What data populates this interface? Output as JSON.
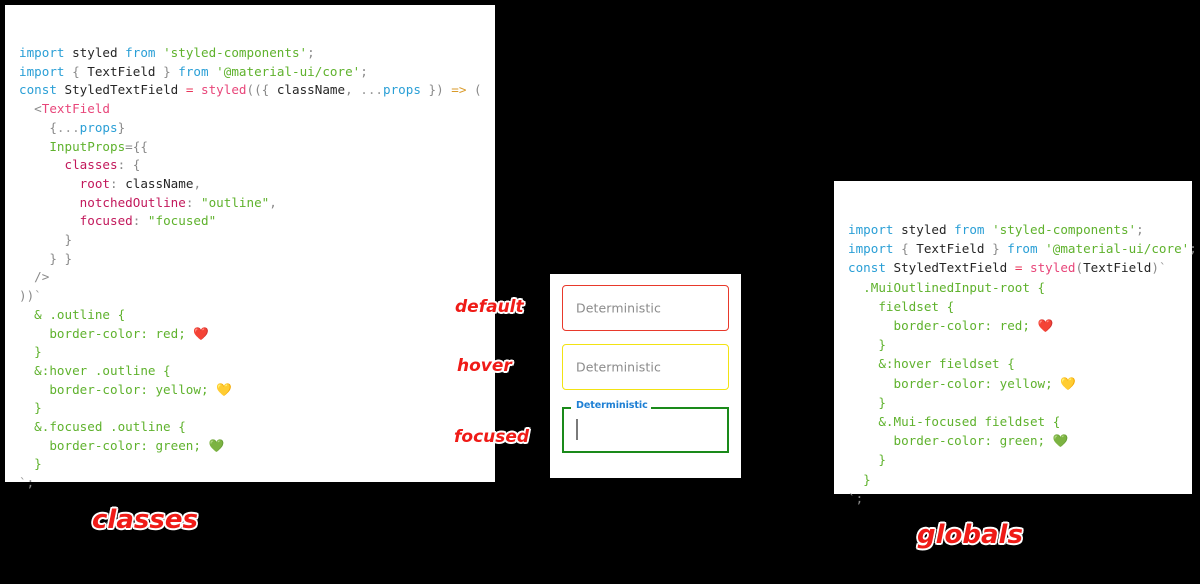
{
  "left_panel": {
    "caption": "classes",
    "lines": [
      [
        {
          "t": "import ",
          "c": "t-kw"
        },
        {
          "t": "styled ",
          "c": "t-id"
        },
        {
          "t": "from ",
          "c": "t-from"
        },
        {
          "t": "'styled-components'",
          "c": "t-str"
        },
        {
          "t": ";",
          "c": "t-punct"
        }
      ],
      [
        {
          "t": "import ",
          "c": "t-kw"
        },
        {
          "t": "{ ",
          "c": "t-punct"
        },
        {
          "t": "TextField",
          "c": "t-id"
        },
        {
          "t": " } ",
          "c": "t-punct"
        },
        {
          "t": "from ",
          "c": "t-from"
        },
        {
          "t": "'@material-ui/core'",
          "c": "t-str"
        },
        {
          "t": ";",
          "c": "t-punct"
        }
      ],
      [
        {
          "t": "",
          "c": "t-id"
        }
      ],
      [
        {
          "t": "const ",
          "c": "t-kw"
        },
        {
          "t": "StyledTextField ",
          "c": "t-id"
        },
        {
          "t": "= ",
          "c": "t-op"
        },
        {
          "t": "styled",
          "c": "t-fn"
        },
        {
          "t": "((",
          "c": "t-punct"
        },
        {
          "t": "{ ",
          "c": "t-punct"
        },
        {
          "t": "className",
          "c": "t-dark"
        },
        {
          "t": ", ",
          "c": "t-punct"
        },
        {
          "t": "...",
          "c": "t-grayp"
        },
        {
          "t": "props",
          "c": "t-blue2"
        },
        {
          "t": " }",
          "c": "t-punct"
        },
        {
          "t": ") ",
          "c": "t-punct"
        },
        {
          "t": "=> ",
          "c": "t-arrow"
        },
        {
          "t": "(",
          "c": "t-punct"
        }
      ],
      [
        {
          "t": "  <",
          "c": "t-punct"
        },
        {
          "t": "TextField",
          "c": "t-comp"
        }
      ],
      [
        {
          "t": "    {",
          "c": "t-punct"
        },
        {
          "t": "...",
          "c": "t-grayp"
        },
        {
          "t": "props",
          "c": "t-blue2"
        },
        {
          "t": "}",
          "c": "t-punct"
        }
      ],
      [
        {
          "t": "    ",
          "c": "t-id"
        },
        {
          "t": "InputProps",
          "c": "t-green"
        },
        {
          "t": "={{",
          "c": "t-punct"
        }
      ],
      [
        {
          "t": "      ",
          "c": "t-id"
        },
        {
          "t": "classes",
          "c": "t-prop"
        },
        {
          "t": ": {",
          "c": "t-punct"
        }
      ],
      [
        {
          "t": "        ",
          "c": "t-id"
        },
        {
          "t": "root",
          "c": "t-prop"
        },
        {
          "t": ": ",
          "c": "t-punct"
        },
        {
          "t": "className",
          "c": "t-dark"
        },
        {
          "t": ",",
          "c": "t-punct"
        }
      ],
      [
        {
          "t": "        ",
          "c": "t-id"
        },
        {
          "t": "notchedOutline",
          "c": "t-prop"
        },
        {
          "t": ": ",
          "c": "t-punct"
        },
        {
          "t": "\"outline\"",
          "c": "t-str"
        },
        {
          "t": ",",
          "c": "t-punct"
        }
      ],
      [
        {
          "t": "        ",
          "c": "t-id"
        },
        {
          "t": "focused",
          "c": "t-prop"
        },
        {
          "t": ": ",
          "c": "t-punct"
        },
        {
          "t": "\"focused\"",
          "c": "t-str"
        }
      ],
      [
        {
          "t": "      }",
          "c": "t-punct"
        }
      ],
      [
        {
          "t": "    } }",
          "c": "t-punct"
        }
      ],
      [
        {
          "t": "  />",
          "c": "t-punct"
        }
      ],
      [
        {
          "t": "))",
          "c": "t-punct"
        },
        {
          "t": "`",
          "c": "t-tick"
        }
      ],
      [
        {
          "t": "  & .outline {",
          "c": "t-green"
        }
      ],
      [
        {
          "t": "    border-color: red; ",
          "c": "t-green"
        },
        {
          "t": "❤️",
          "c": "emoji"
        }
      ],
      [
        {
          "t": "  }",
          "c": "t-green"
        }
      ],
      [
        {
          "t": "  &:hover .outline {",
          "c": "t-green"
        }
      ],
      [
        {
          "t": "    border-color: yellow; ",
          "c": "t-green"
        },
        {
          "t": "💛",
          "c": "emoji"
        }
      ],
      [
        {
          "t": "  }",
          "c": "t-green"
        }
      ],
      [
        {
          "t": "  &.focused .outline {",
          "c": "t-green"
        }
      ],
      [
        {
          "t": "    border-color: green; ",
          "c": "t-green"
        },
        {
          "t": "💚",
          "c": "emoji"
        }
      ],
      [
        {
          "t": "  }",
          "c": "t-green"
        }
      ],
      [
        {
          "t": "`",
          "c": "t-tick"
        },
        {
          "t": ";",
          "c": "t-punct"
        }
      ]
    ]
  },
  "right_panel": {
    "caption": "globals",
    "lines": [
      [
        {
          "t": "import ",
          "c": "t-kw"
        },
        {
          "t": "styled ",
          "c": "t-id"
        },
        {
          "t": "from ",
          "c": "t-from"
        },
        {
          "t": "'styled-components'",
          "c": "t-str"
        },
        {
          "t": ";",
          "c": "t-punct"
        }
      ],
      [
        {
          "t": "import ",
          "c": "t-kw"
        },
        {
          "t": "{ ",
          "c": "t-punct"
        },
        {
          "t": "TextField",
          "c": "t-id"
        },
        {
          "t": " } ",
          "c": "t-punct"
        },
        {
          "t": "from ",
          "c": "t-from"
        },
        {
          "t": "'@material-ui/core'",
          "c": "t-str"
        },
        {
          "t": ";",
          "c": "t-punct"
        }
      ],
      [
        {
          "t": "",
          "c": "t-id"
        }
      ],
      [
        {
          "t": "const ",
          "c": "t-kw"
        },
        {
          "t": "StyledTextField ",
          "c": "t-id"
        },
        {
          "t": "= ",
          "c": "t-op"
        },
        {
          "t": "styled",
          "c": "t-fn"
        },
        {
          "t": "(",
          "c": "t-punct"
        },
        {
          "t": "TextField",
          "c": "t-dark"
        },
        {
          "t": ")",
          "c": "t-punct"
        },
        {
          "t": "`",
          "c": "t-tick"
        }
      ],
      [
        {
          "t": "  .MuiOutlinedInput-root {",
          "c": "t-green"
        }
      ],
      [
        {
          "t": "    fieldset {",
          "c": "t-green"
        }
      ],
      [
        {
          "t": "      border-color: red; ",
          "c": "t-green"
        },
        {
          "t": "❤️",
          "c": "emoji"
        }
      ],
      [
        {
          "t": "    }",
          "c": "t-green"
        }
      ],
      [
        {
          "t": "    &:hover fieldset {",
          "c": "t-green"
        }
      ],
      [
        {
          "t": "      border-color: yellow; ",
          "c": "t-green"
        },
        {
          "t": "💛",
          "c": "emoji"
        }
      ],
      [
        {
          "t": "    }",
          "c": "t-green"
        }
      ],
      [
        {
          "t": "    &.Mui-focused fieldset {",
          "c": "t-green"
        }
      ],
      [
        {
          "t": "      border-color: green; ",
          "c": "t-green"
        },
        {
          "t": "💚",
          "c": "emoji"
        }
      ],
      [
        {
          "t": "    }",
          "c": "t-green"
        }
      ],
      [
        {
          "t": "  }",
          "c": "t-green"
        }
      ],
      [
        {
          "t": "`",
          "c": "t-tick"
        },
        {
          "t": ";",
          "c": "t-punct"
        }
      ]
    ]
  },
  "demo": {
    "fields": [
      {
        "state": "default",
        "value": "Deterministic",
        "border_color": "#e8392b"
      },
      {
        "state": "hover",
        "value": "Deterministic",
        "border_color": "#f2e313"
      },
      {
        "state": "focused",
        "label": "Deterministic",
        "value": "",
        "border_color": "#1a8a1a",
        "label_color": "#1d7fd4"
      }
    ]
  },
  "annotations": {
    "default": "default",
    "hover": "hover",
    "focused": "focused"
  },
  "colors": {
    "accent_red": "#ef1b17",
    "code_string_green": "#5fb22d",
    "code_keyword_blue": "#2a9fd6",
    "code_prop_pink": "#c2185b",
    "background": "#000000",
    "panel": "#ffffff"
  }
}
